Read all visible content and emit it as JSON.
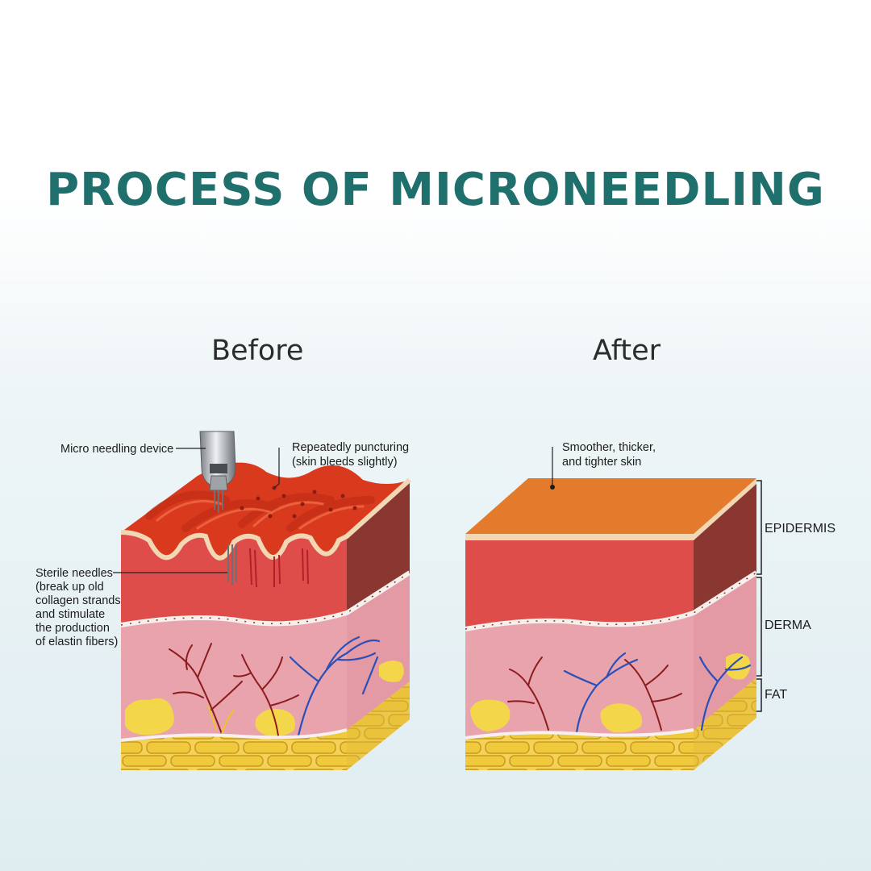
{
  "title": "PROCESS OF MICRONEEDLING",
  "panels": {
    "before": {
      "heading": "Before",
      "labels": {
        "device": "Micro needling device",
        "puncture": [
          "Repeatedly puncturing",
          "(skin bleeds slightly)"
        ],
        "needles": [
          "Sterile needles",
          "(break up old",
          "collagen strands",
          "and stimulate",
          "the production",
          "of elastin fibers)"
        ]
      }
    },
    "after": {
      "heading": "After",
      "labels": {
        "result": [
          "Smoother, thicker,",
          "and tighter skin"
        ]
      }
    }
  },
  "layers": {
    "epidermis": "EPIDERMIS",
    "derma": "DERMA",
    "fat": "FAT"
  },
  "colors": {
    "title": "#1f6f6d",
    "epidermis_front": "#df4d4a",
    "epidermis_side": "#8a3631",
    "derma_front": "#e8a3ad",
    "fat": "#f2cf4a",
    "top_after": "#e47a2c",
    "top_before": "#d93a1e",
    "vein": "#2b4fb8",
    "artery": "#8b1d1d"
  }
}
